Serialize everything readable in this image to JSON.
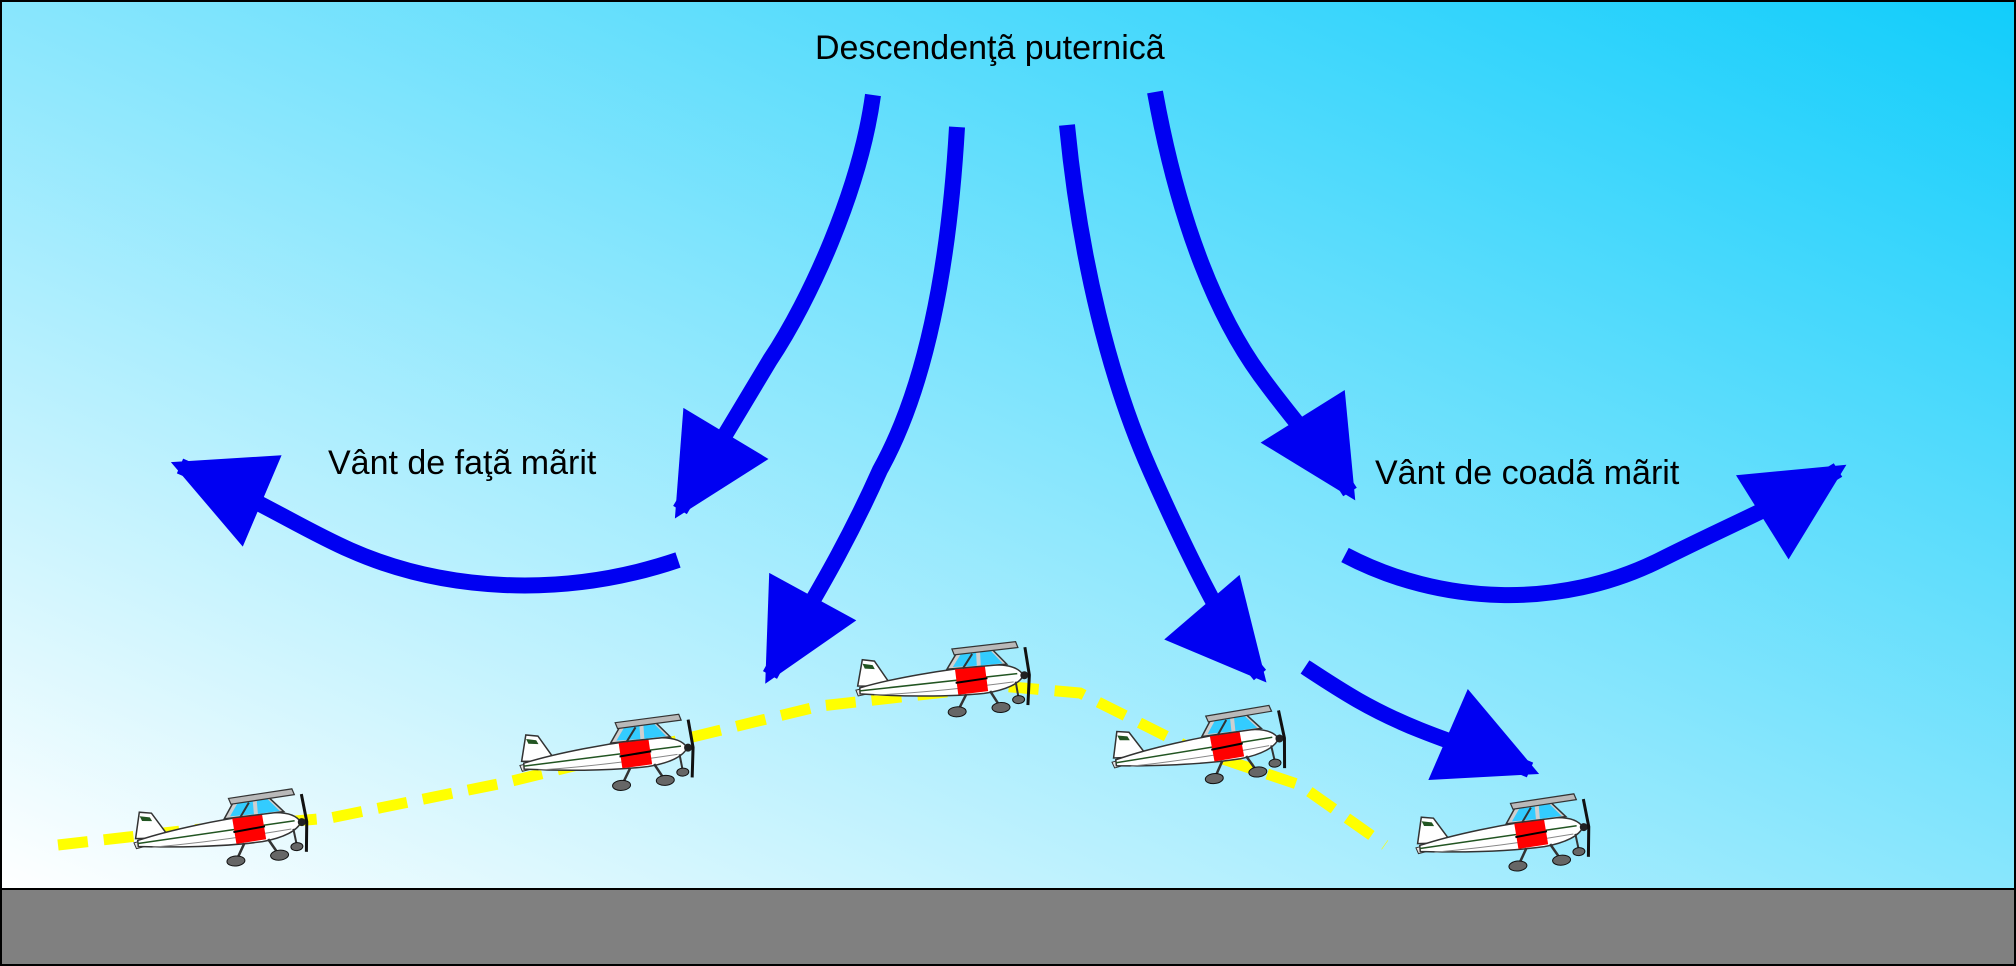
{
  "labels": {
    "downburst": "Descendenţã puternicã",
    "headwind": "Vânt de faţã mãrit",
    "tailwind": "Vânt de coadã mãrit"
  },
  "colors": {
    "sky_top": "#11cdfb",
    "sky_bottom": "#ffffff",
    "ground": "#808080",
    "arrow": "#0000f2",
    "flight_path": "#ffff00",
    "plane_body": "#ffffff",
    "plane_accent": "#ff0000",
    "plane_window": "#33ccff"
  },
  "icons": {
    "aircraft": "light-aircraft-icon",
    "wind_arrow": "curved-arrow-icon"
  },
  "aircraft_count": 5
}
